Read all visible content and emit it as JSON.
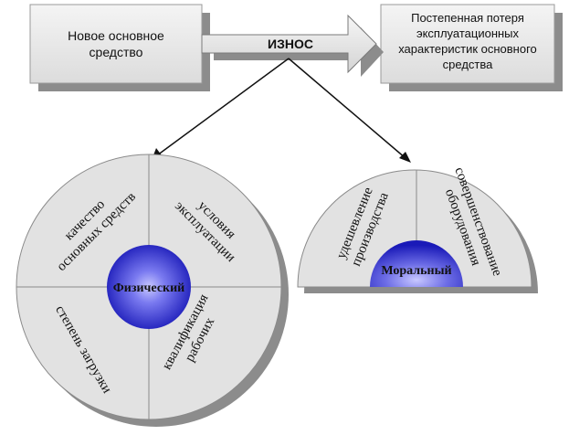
{
  "boxes": {
    "new_asset": "Новое основное средство",
    "loss_line1": "Постепенная потеря",
    "loss_line2": "эксплуатационных",
    "loss_line3": "характеристик основного",
    "loss_line4": "средства",
    "new_line1": "Новое основное",
    "new_line2": "средство"
  },
  "arrow_label": "ИЗНОС",
  "physical": {
    "center": "Физический",
    "q1_line1": "качество",
    "q1_line2": "основных средств",
    "q2_line1": "условия",
    "q2_line2": "эксплуатации",
    "q3_line1": "степень загрузки",
    "q4_line1": "квалификация",
    "q4_line2": "рабочих"
  },
  "moral": {
    "center": "Моральный",
    "left_line1": "удешевление",
    "left_line2": "производства",
    "right_line1": "совершенствование",
    "right_line2": "оборудования"
  },
  "colors": {
    "box_fill": "#e8e8e8",
    "shadow": "#8c8c8c",
    "sphere_core": "#2222cc",
    "sphere_highlight": "#b8b8ff"
  }
}
